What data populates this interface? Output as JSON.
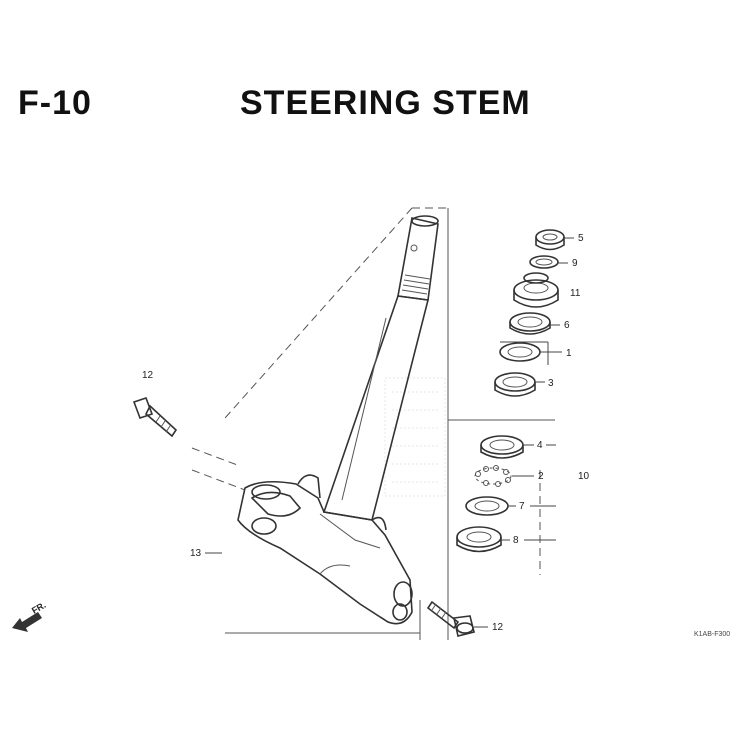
{
  "header": {
    "figure_code": "F-10",
    "title": "STEERING STEM"
  },
  "callouts": {
    "c1": "1",
    "c2": "2",
    "c3": "3",
    "c4": "4",
    "c5": "5",
    "c6": "6",
    "c7": "7",
    "c8": "8",
    "c9": "9",
    "c10": "10",
    "c11": "11",
    "c12_top": "12",
    "c12_bottom": "12",
    "c13": "13"
  },
  "front_marker": "FR.",
  "diagram_code": "K1AB-F300"
}
